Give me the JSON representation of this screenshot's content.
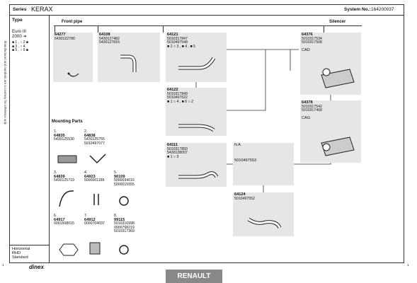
{
  "header": {
    "series_label": "Series",
    "series_value": "KERAX",
    "system_label": "System No.:",
    "system_value": "164200037"
  },
  "side_text": "Manufactured and numbers are a courtesy for reference only",
  "left": {
    "type_label": "Type",
    "euro": "Euro III",
    "year": "2000",
    "arrow": "➔",
    "codes": [
      "■ 1 , ○ 2 ■",
      "■ 3 , ○ 4"
    ],
    "codes2": [
      "■ 5 , ○ 6 ■"
    ],
    "footer": [
      "Horizontal",
      "RHD",
      "Standard"
    ]
  },
  "sections": {
    "front_pipe": "Front pipe",
    "silencer": "Silencer",
    "mounting": "Mounting Parts"
  },
  "parts": [
    {
      "id": "p64277",
      "num": "64277",
      "oe": [
        "5430122780"
      ]
    },
    {
      "id": "p64108",
      "num": "64108",
      "oe": [
        "5430127482",
        "5430127816"
      ]
    },
    {
      "id": "p64121",
      "num": "64121",
      "oe": [
        "5010317847",
        "5010497548"
      ],
      "codes": "■ 2 ○ 3 , ■ 4 , ■ 5"
    },
    {
      "id": "p64376",
      "num": "64376",
      "oe": [
        "5010317534",
        "5010317508"
      ],
      "label": "CAD"
    },
    {
      "id": "p64122",
      "num": "64122",
      "oe": [
        "5010317849",
        "5010497522"
      ],
      "codes": "■ 1 ○ 4 , ■ 6 ○ 2"
    },
    {
      "id": "p64378",
      "num": "64378",
      "oe": [
        "5010317542",
        "5010317468"
      ],
      "label": "CAG"
    },
    {
      "id": "p64111",
      "num": "64111",
      "oe": [
        "5010317850",
        "5430128007"
      ],
      "codes": "■ 1 ○ 3"
    },
    {
      "id": "pNA",
      "num": "N.A.",
      "oe": [
        "5010497553"
      ]
    },
    {
      "id": "p64124",
      "num": "64124",
      "oe": [
        "5010497552"
      ]
    }
  ],
  "mounting_parts": [
    {
      "idx": "1.",
      "num": "64835",
      "oe": [
        "5430125530"
      ]
    },
    {
      "idx": "2.",
      "num": "64838",
      "oe": [
        "5430125755",
        "5010497077"
      ]
    },
    {
      "idx": "3.",
      "num": "64839",
      "oe": [
        "5430125719"
      ]
    },
    {
      "idx": "4.",
      "num": "64923",
      "oe": [
        "5000001185"
      ]
    },
    {
      "idx": "5.",
      "num": "90109",
      "oe": [
        "5000034016",
        "5000015555"
      ]
    },
    {
      "idx": "6.",
      "num": "64917",
      "oe": [
        "0001508015"
      ]
    },
    {
      "idx": "7.",
      "num": "64912",
      "oe": [
        "0000704037"
      ]
    },
    {
      "idx": "8.",
      "num": "99115",
      "oe": [
        "5010316998",
        "0000798219",
        "5010317369"
      ]
    }
  ],
  "footer": {
    "logo": "dinex",
    "brand": "RENAULT",
    "page_left": "1",
    "page_right": "1"
  }
}
